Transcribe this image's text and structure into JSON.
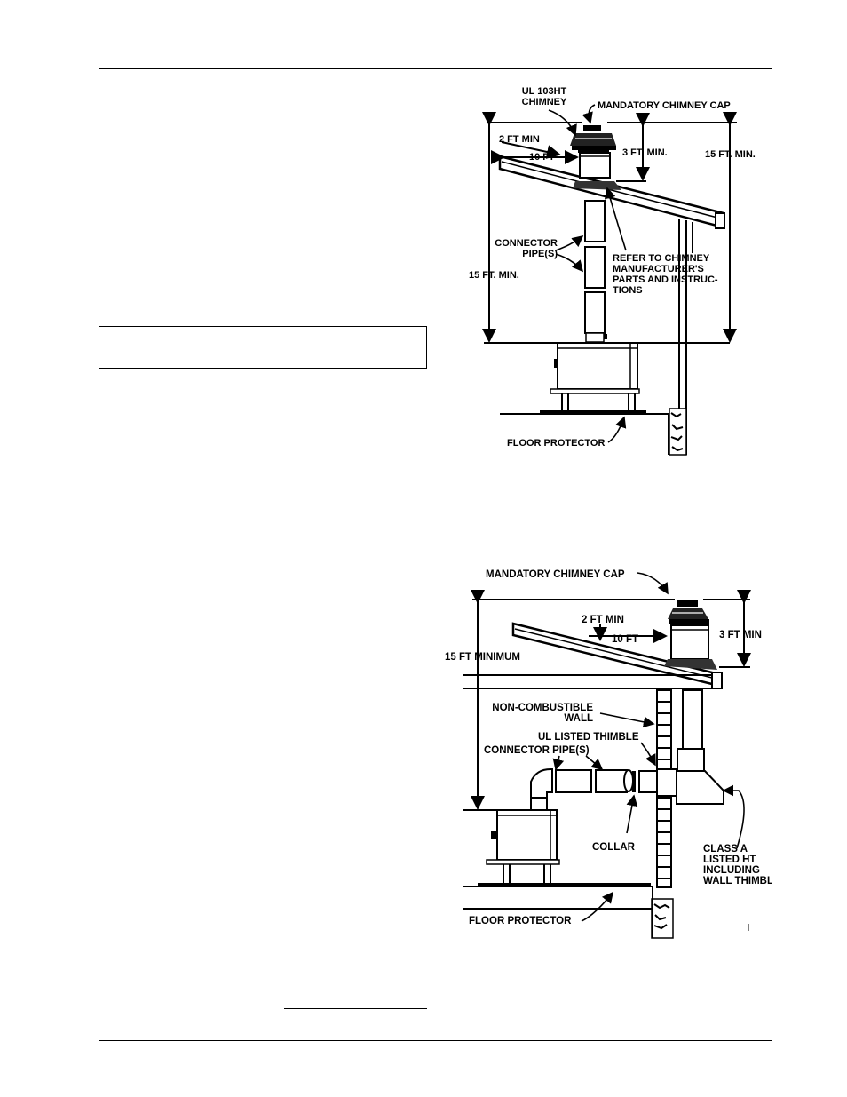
{
  "figure_top": {
    "chimney_type": "UL 103HT",
    "chimney_word": "CHIMNEY",
    "cap": "MANDATORY CHIMNEY CAP",
    "two_ft": "2 FT MIN",
    "ten_ft": "10 FT",
    "three_ft": "3 FT. MIN.",
    "fifteen_left": "15 FT. MIN.",
    "fifteen_right": "15 FT. MIN.",
    "connector_1": "CONNECTOR",
    "connector_2": "PIPE(S)",
    "refer_1": "REFER TO CHIMNEY",
    "refer_2": "MANUFACTURER'S",
    "refer_3": "PARTS AND INSTRUC-",
    "refer_4": "TIONS",
    "floor": "FLOOR PROTECTOR"
  },
  "figure_bottom": {
    "cap": "MANDATORY CHIMNEY CAP",
    "two_ft": "2 FT MIN",
    "ten_ft": "10 FT",
    "three_ft": "3 FT MIN",
    "fifteen": "15 FT MINIMUM",
    "wall_1": "NON-COMBUSTIBLE",
    "wall_2": "WALL",
    "thimble": "UL LISTED THIMBLE",
    "connector": "CONNECTOR PIPE(S)",
    "collar": "COLLAR",
    "class_1": "CLASS A",
    "class_2": "LISTED HT",
    "class_3": "INCLUDING",
    "class_4": "WALL THIMBLE",
    "floor": "FLOOR PROTECTOR"
  }
}
